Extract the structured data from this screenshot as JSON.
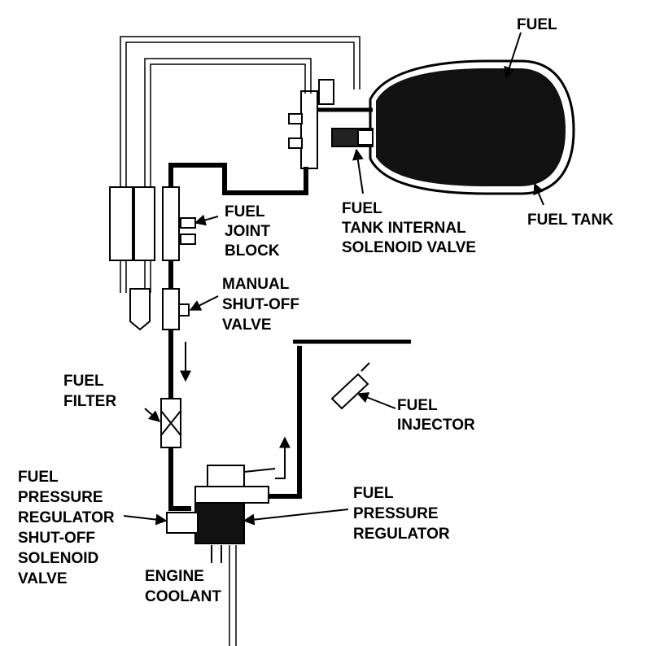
{
  "labels": {
    "fuel": "FUEL",
    "fuel_tank": "FUEL TANK",
    "tank_valve": [
      "FUEL",
      "TANK INTERNAL",
      "SOLENOID VALVE"
    ],
    "joint_block": [
      "FUEL",
      "JOINT",
      "BLOCK"
    ],
    "shutoff_valve": [
      "MANUAL",
      "SHUT-OFF",
      "VALVE"
    ],
    "filter": [
      "FUEL",
      "FILTER"
    ],
    "injector": [
      "FUEL",
      "INJECTOR"
    ],
    "regulator_solenoid": [
      "FUEL",
      "PRESSURE",
      "REGULATOR",
      "SHUT-OFF",
      "SOLENOID",
      "VALVE"
    ],
    "regulator": [
      "FUEL",
      "PRESSURE",
      "REGULATOR"
    ],
    "coolant": [
      "ENGINE",
      "COOLANT"
    ]
  },
  "colors": {
    "ink": "#000000",
    "fuel_fill": "#111111",
    "background": "#ffffff"
  }
}
